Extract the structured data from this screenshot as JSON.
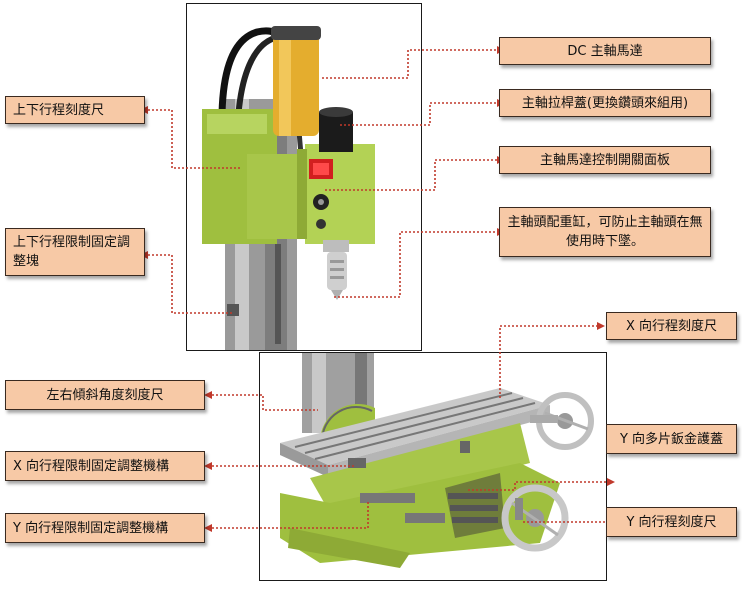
{
  "colors": {
    "callout_fill": "#f7c9a6",
    "callout_border": "#3a2a20",
    "leader_line": "#c0392b",
    "machine_green": "#a8c64a",
    "motor_yellow": "#e4ad2e"
  },
  "callouts": {
    "dc_motor": "DC 主軸馬達",
    "drawbar_cap": "主軸拉桿蓋(更換鑽頭來組用)",
    "control_panel": "主軸馬達控制開關面板",
    "counterweight": "主軸頭配重缸，可防止主軸頭在無使用時下墜。",
    "z_scale": "上下行程刻度尺",
    "z_limit": "上下行程限制固定調整塊",
    "x_scale": "X 向行程刻度尺",
    "tilt_scale": "左右傾斜角度刻度尺",
    "y_guard": "Y 向多片鈑金護蓋",
    "x_limit": "X 向行程限制固定調整機構",
    "y_limit": "Y 向行程限制固定調整機構",
    "y_scale": "Y 向行程刻度尺"
  }
}
